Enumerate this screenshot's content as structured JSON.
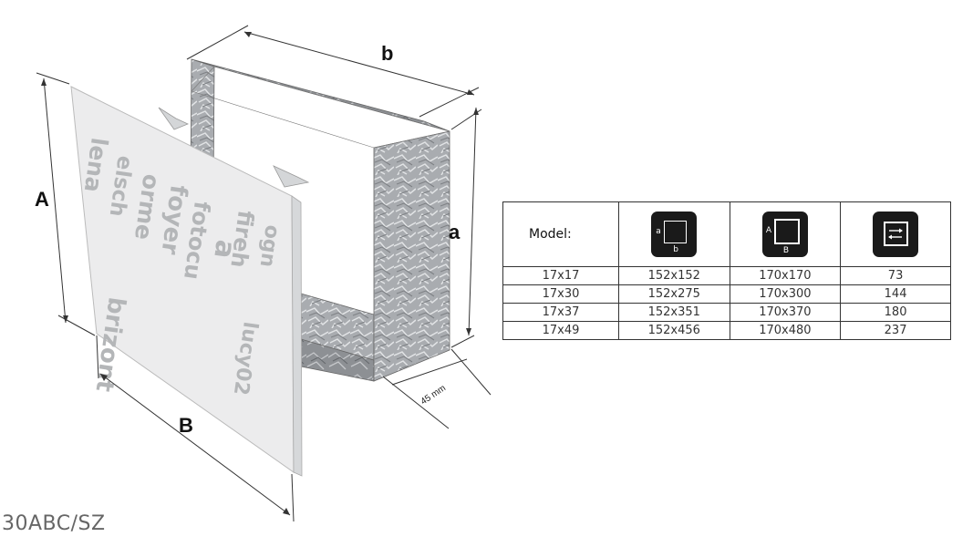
{
  "labels": {
    "b": "b",
    "a": "a",
    "A": "A",
    "B": "B",
    "depth": "45 mm",
    "product_code": "30ABC/SZ"
  },
  "grille_text": [
    "lena",
    "elsch",
    "orme",
    "foyer",
    "fotocu",
    "a",
    "fireh",
    "ogn",
    "brizont",
    "lucy02"
  ],
  "table": {
    "header": {
      "model": "Model:",
      "icons": [
        {
          "name": "inner-dimension-icon",
          "letters": [
            "a",
            "b"
          ]
        },
        {
          "name": "outer-dimension-icon",
          "letters": [
            "A",
            "B"
          ]
        },
        {
          "name": "airflow-area-icon",
          "letters": []
        }
      ]
    },
    "rows": [
      [
        "17x17",
        "152x152",
        "170x170",
        "73"
      ],
      [
        "17x30",
        "152x275",
        "170x300",
        "144"
      ],
      [
        "17x37",
        "152x351",
        "170x370",
        "180"
      ],
      [
        "17x49",
        "152x456",
        "170x480",
        "237"
      ]
    ]
  }
}
